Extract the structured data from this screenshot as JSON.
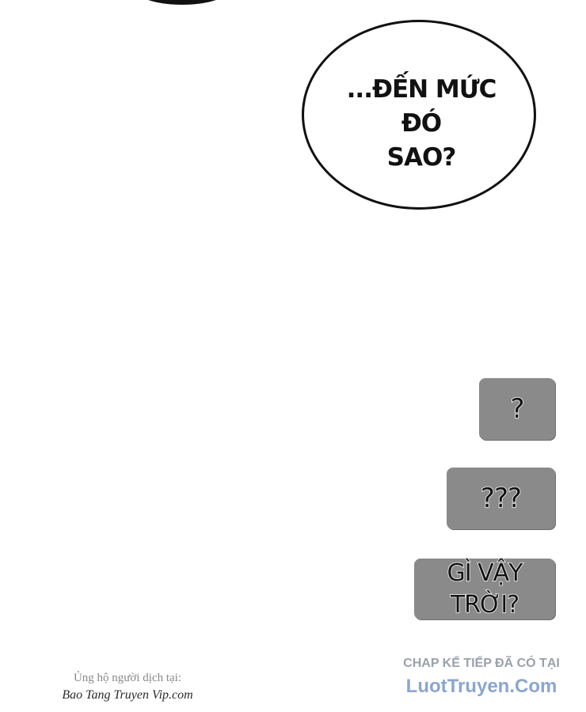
{
  "speech_bubble": {
    "text": "...ĐẾN MỨC ĐÓ\nSAO?"
  },
  "chat_boxes": [
    {
      "text": "?"
    },
    {
      "text": "???"
    },
    {
      "text": "GÌ VẬY\nTRỜI?"
    }
  ],
  "credits": {
    "support_text": "Ủng hộ người dịch tại:",
    "support_site": "Bao Tang Truyen Vip.com",
    "next_chapter_text": "CHAP KẾ TIẾP ĐÃ CÓ TẠI",
    "next_chapter_site": "LuotTruyen.Com"
  },
  "colors": {
    "chat_box_bg": "#8a8a8a",
    "site_link": "#8aa6d0"
  }
}
